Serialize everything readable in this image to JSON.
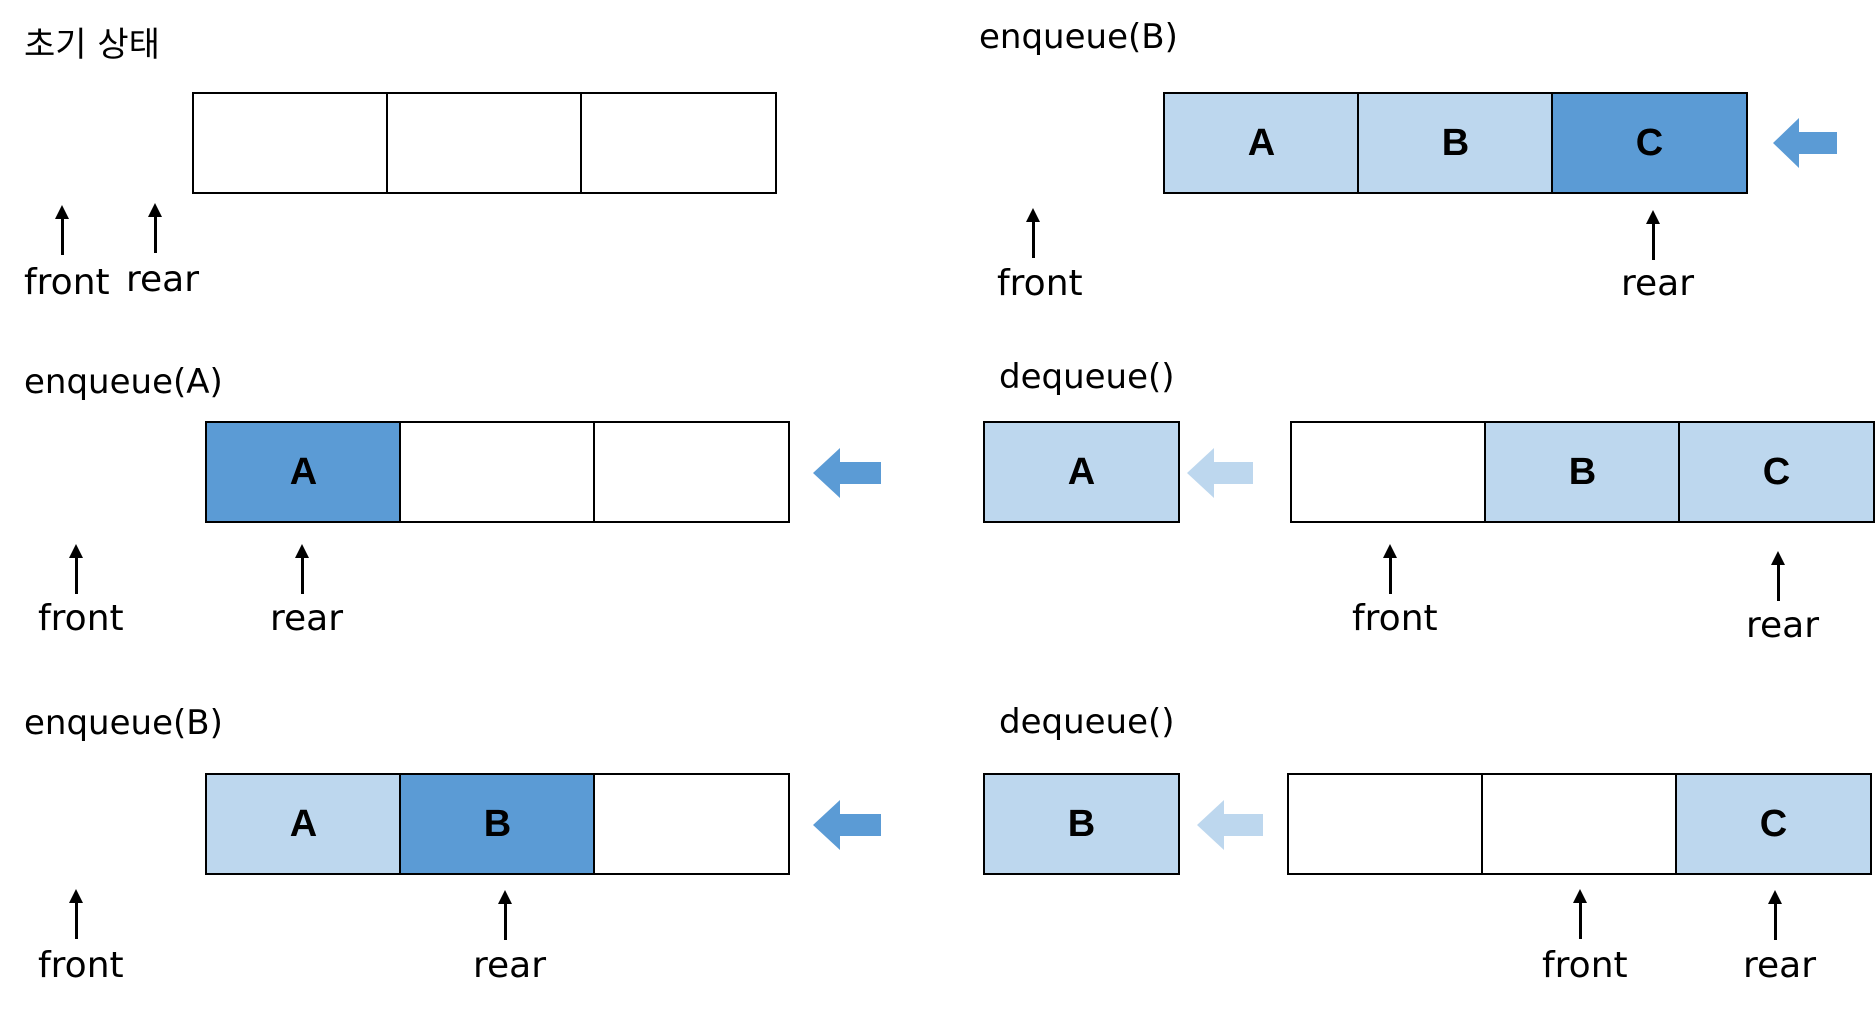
{
  "colors": {
    "empty": "#ffffff",
    "stored": "#bdd7ee",
    "active": "#5b9bd5",
    "dequeued_arrow": "#bdd7ee"
  },
  "labels": {
    "front": "front",
    "rear": "rear"
  },
  "panels": [
    {
      "title": "초기 상태",
      "cells": [
        {
          "value": "",
          "state": "empty"
        },
        {
          "value": "",
          "state": "empty"
        },
        {
          "value": "",
          "state": "empty"
        }
      ]
    },
    {
      "title": "enqueue(A)",
      "cells": [
        {
          "value": "A",
          "state": "active"
        },
        {
          "value": "",
          "state": "empty"
        },
        {
          "value": "",
          "state": "empty"
        }
      ]
    },
    {
      "title": "enqueue(B)",
      "cells": [
        {
          "value": "A",
          "state": "stored"
        },
        {
          "value": "B",
          "state": "active"
        },
        {
          "value": "",
          "state": "empty"
        }
      ]
    },
    {
      "title": "enqueue(B)",
      "cells": [
        {
          "value": "A",
          "state": "stored"
        },
        {
          "value": "B",
          "state": "stored"
        },
        {
          "value": "C",
          "state": "active"
        }
      ]
    },
    {
      "title": "dequeue()",
      "removed": "A",
      "cells": [
        {
          "value": "",
          "state": "empty"
        },
        {
          "value": "B",
          "state": "stored"
        },
        {
          "value": "C",
          "state": "stored"
        }
      ]
    },
    {
      "title": "dequeue()",
      "removed": "B",
      "cells": [
        {
          "value": "",
          "state": "empty"
        },
        {
          "value": "",
          "state": "empty"
        },
        {
          "value": "C",
          "state": "stored"
        }
      ]
    }
  ]
}
